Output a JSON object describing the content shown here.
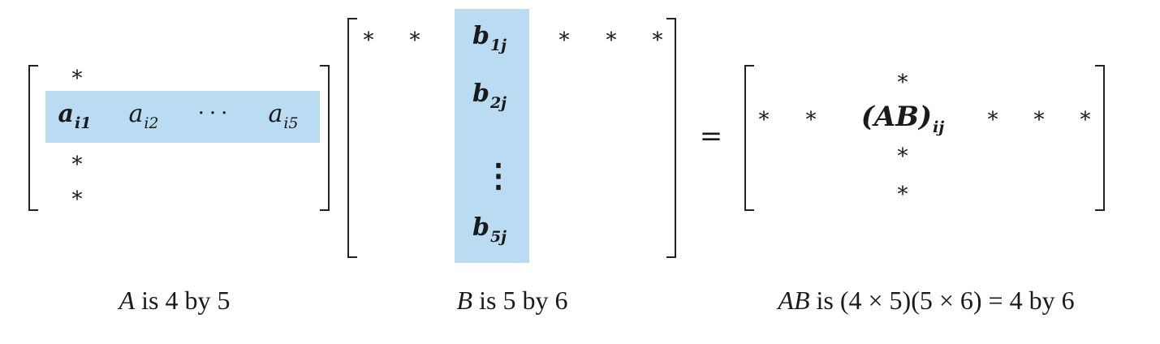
{
  "matrix_a": {
    "row_entries": [
      {
        "base": "a",
        "sub": "i1"
      },
      {
        "base": "a",
        "sub": "i2"
      },
      {
        "base": "···",
        "sub": ""
      },
      {
        "base": "a",
        "sub": "i5"
      }
    ],
    "star": "*",
    "caption": {
      "name": "A",
      "text": " is 4 by 5"
    }
  },
  "matrix_b": {
    "col_entries": [
      {
        "base": "b",
        "sub": "1j"
      },
      {
        "base": "b",
        "sub": "2j"
      },
      {
        "base": "b",
        "sub": "5j"
      }
    ],
    "vdots": "⋮",
    "star": "*",
    "caption": {
      "name": "B",
      "text": " is 5 by 6"
    }
  },
  "equals": "=",
  "matrix_ab": {
    "entry": {
      "base": "(AB)",
      "sub": "ij"
    },
    "star": "*",
    "caption": {
      "name": "AB",
      "text": " is (4 × 5)(5 × 6) = 4 by 6"
    }
  },
  "colors": {
    "highlight": "#b9dcf3",
    "ink": "#1a1a1a"
  }
}
